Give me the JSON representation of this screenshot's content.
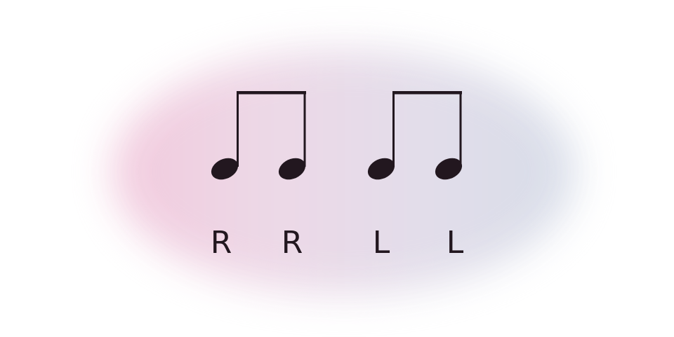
{
  "sticking": [
    "R",
    "R",
    "L",
    "L"
  ],
  "notation": {
    "groups": [
      {
        "notes": [
          "eighth",
          "eighth"
        ],
        "beamed": true
      },
      {
        "notes": [
          "eighth",
          "eighth"
        ],
        "beamed": true
      }
    ]
  },
  "colors": {
    "ink": "#22171f",
    "background": "#ffffff",
    "glow_left": "#f2c8dc",
    "glow_right": "#d6dce8"
  }
}
